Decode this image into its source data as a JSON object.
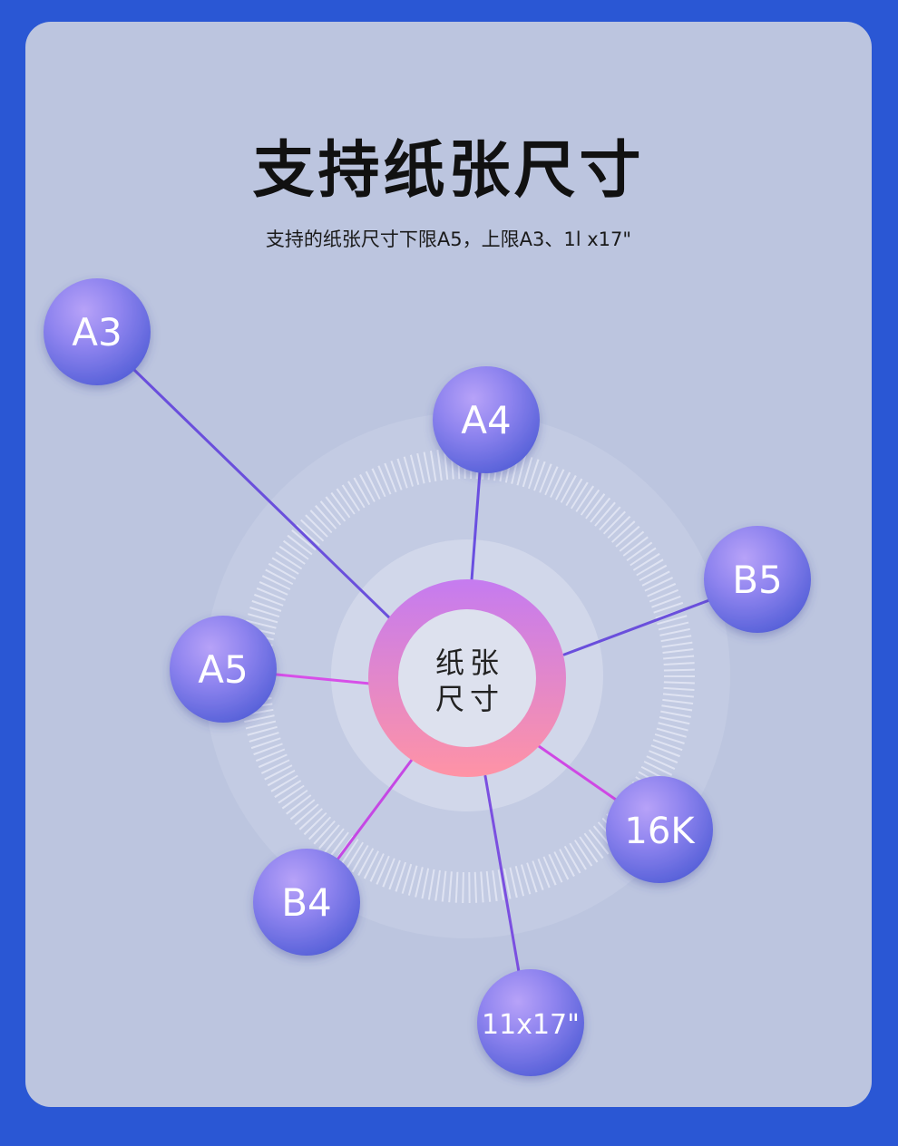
{
  "header": {
    "title": "支持纸张尺寸",
    "subtitle": "支持的纸张尺寸下限A5，上限A3、1l x17\""
  },
  "hub": {
    "line1": "纸张",
    "line2": "尺寸"
  },
  "sizes": [
    {
      "id": "a3",
      "label": "A3"
    },
    {
      "id": "a4",
      "label": "A4"
    },
    {
      "id": "b5",
      "label": "B5"
    },
    {
      "id": "a5",
      "label": "A5"
    },
    {
      "id": "16k",
      "label": "16K"
    },
    {
      "id": "b4",
      "label": "B4"
    },
    {
      "id": "11x17",
      "label": "11x17\""
    }
  ],
  "colors": {
    "background": "#2a57d4",
    "card": "#bcc5df",
    "bubble_light": "#9e8cf2",
    "bubble_dark": "#5a63dc",
    "ring_top": "#c57bf0",
    "ring_bottom": "#ff92a6"
  }
}
